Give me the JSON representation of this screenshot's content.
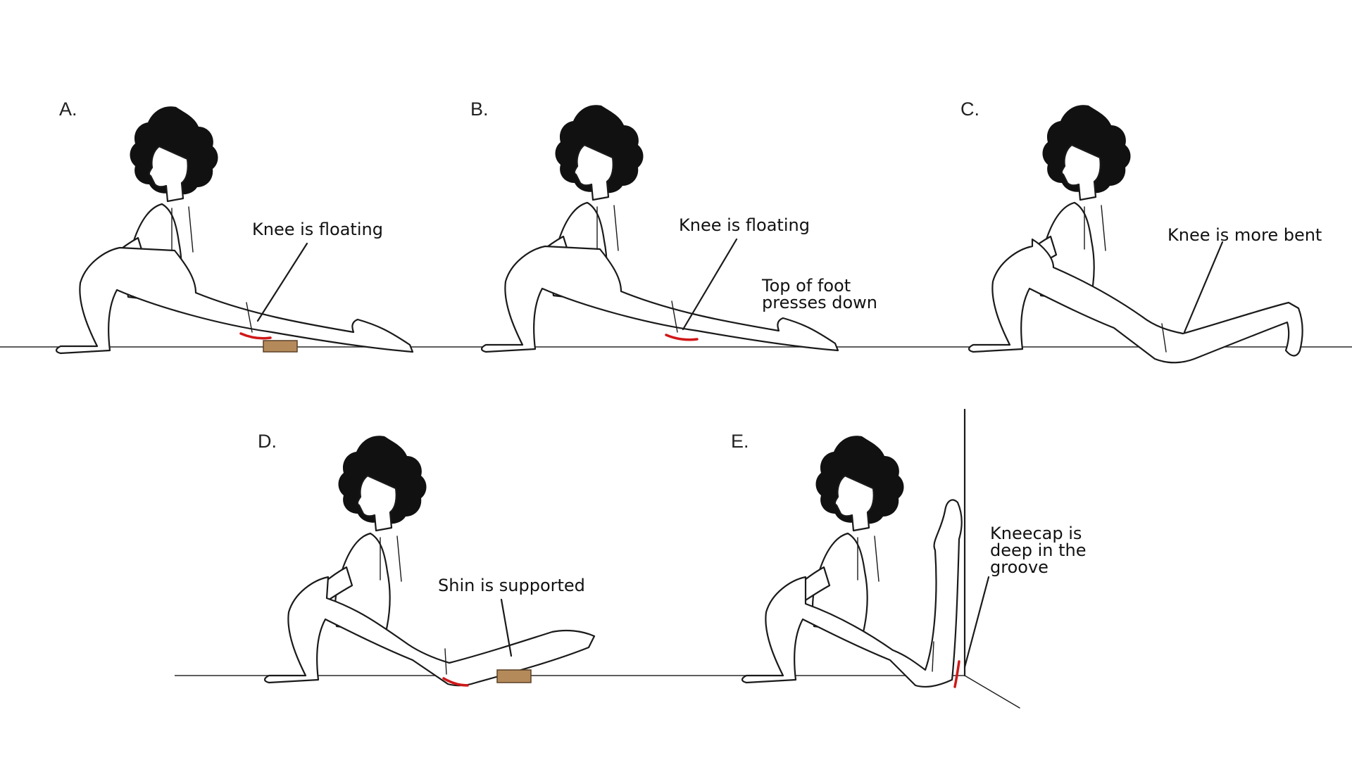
{
  "panels": [
    {
      "letter": "A.",
      "callouts": [
        "Knee is floating"
      ]
    },
    {
      "letter": "B.",
      "callouts": [
        "Knee is floating",
        "Top of foot",
        "presses down"
      ]
    },
    {
      "letter": "C.",
      "callouts": [
        "Knee is more bent"
      ]
    },
    {
      "letter": "D.",
      "callouts": [
        "Shin is supported"
      ]
    },
    {
      "letter": "E.",
      "callouts": [
        "Kneecap is",
        "deep in the",
        "groove"
      ]
    }
  ],
  "colors": {
    "knee_mark": "#d01818",
    "block": "#b58a5a",
    "hair": "#111111",
    "line": "#1a1a1a"
  },
  "icons": {
    "figure": "lunging-person-figure",
    "prop": "yoga-block-icon",
    "knee_highlight": "knee-pressure-mark"
  }
}
